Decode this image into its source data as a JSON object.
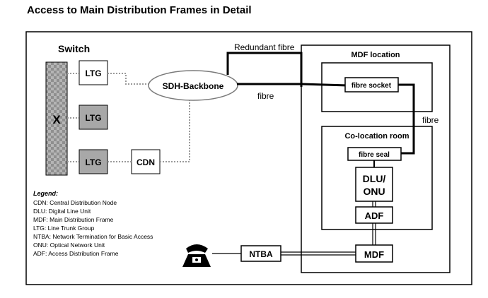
{
  "title": "Access to Main Distribution Frames in Detail",
  "labels": {
    "switch": "Switch",
    "x": "X",
    "ltg1": "LTG",
    "ltg2": "LTG",
    "ltg3": "LTG",
    "cdn": "CDN",
    "sdh": "SDH-Backbone",
    "redundant_fibre": "Redundant fibre",
    "fibre1": "fibre",
    "fibre2": "fibre",
    "mdf_location": "MDF location",
    "fibre_socket": "fibre socket",
    "colocation_room": "Co-location room",
    "fibre_seal": "fibre seal",
    "dlu_line1": "DLU/",
    "dlu_line2": "ONU",
    "adf": "ADF",
    "mdf": "MDF",
    "ntba": "NTBA"
  },
  "legend": {
    "title": "Legend:",
    "items": [
      "CDN: Central Distribution Node",
      "DLU: Digital Line Unit",
      "MDF: Main Distribution Frame",
      "LTG: Line Trunk Group",
      "NTBA: Network Termination for Basic Access",
      "ONU: Optical Network Unit",
      "ADF: Access Distribution Frame"
    ]
  },
  "colors": {
    "grey_box": "#a8a8a8",
    "dotted_line": "#9a9a9a",
    "line": "#000000"
  },
  "icons": {
    "phone": "telephone-icon"
  }
}
